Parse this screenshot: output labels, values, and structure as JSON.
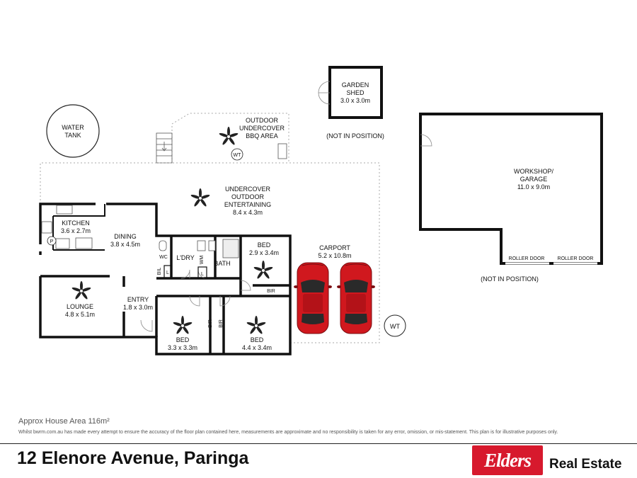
{
  "rooms": {
    "water_tank": [
      "WATER",
      "TANK"
    ],
    "garden_shed": [
      "GARDEN",
      "SHED",
      "3.0 x 3.0m"
    ],
    "shed_note": "(NOT IN POSITION)",
    "bbq": [
      "OUTDOOR",
      "UNDERCOVER",
      "BBQ AREA"
    ],
    "wt": "WT",
    "workshop": [
      "WORKSHOP/",
      "GARAGE",
      "11.0 x 9.0m"
    ],
    "roller_door": "ROLLER DOOR",
    "workshop_note": "(NOT IN POSITION)",
    "entertaining": [
      "UNDERCOVER",
      "OUTDOOR",
      "ENTERTAINING",
      "8.4 x 4.3m"
    ],
    "kitchen": [
      "KITCHEN",
      "3.6 x 2.7m"
    ],
    "dining": [
      "DINING",
      "3.8 x 4.5m"
    ],
    "wc": "WC",
    "laundry": "L'DRY",
    "wm": "WM",
    "bath": "BATH",
    "bil": "BIL",
    "linen": "L",
    "bed1": [
      "BED",
      "2.9 x 3.4m"
    ],
    "bir": "BIR",
    "carport": [
      "CARPORT",
      "5.2 x 10.8m"
    ],
    "lounge": [
      "LOUNGE",
      "4.8 x 5.1m"
    ],
    "entry": [
      "ENTRY",
      "1.8 x 3.0m"
    ],
    "bed2": [
      "BED",
      "3.3 x 3.3m"
    ],
    "bed3": [
      "BED",
      "4.4 x 3.4m"
    ],
    "pantry": "P"
  },
  "footer": {
    "area": "Approx House Area 116m²",
    "disclaimer": "Whilst bwrm.com.au has made every attempt to ensure the accuracy of the floor plan contained here, measurements are approximate and no responsibility is taken for any error, omission, or mis-statement. This plan is for illustrative purposes only.",
    "address": "12 Elenore Avenue, Paringa",
    "logo": "Elders",
    "company": "Real Estate"
  },
  "colors": {
    "wall": "#111111",
    "car": "#d0181e",
    "brand": "#d7192d",
    "dashed": "#aaaaaa"
  },
  "icons": [
    "ceiling-fan-icon",
    "car-icon",
    "sink-icon",
    "toilet-icon",
    "stove-icon",
    "shower-icon",
    "door-swing-icon",
    "stairs-icon"
  ]
}
